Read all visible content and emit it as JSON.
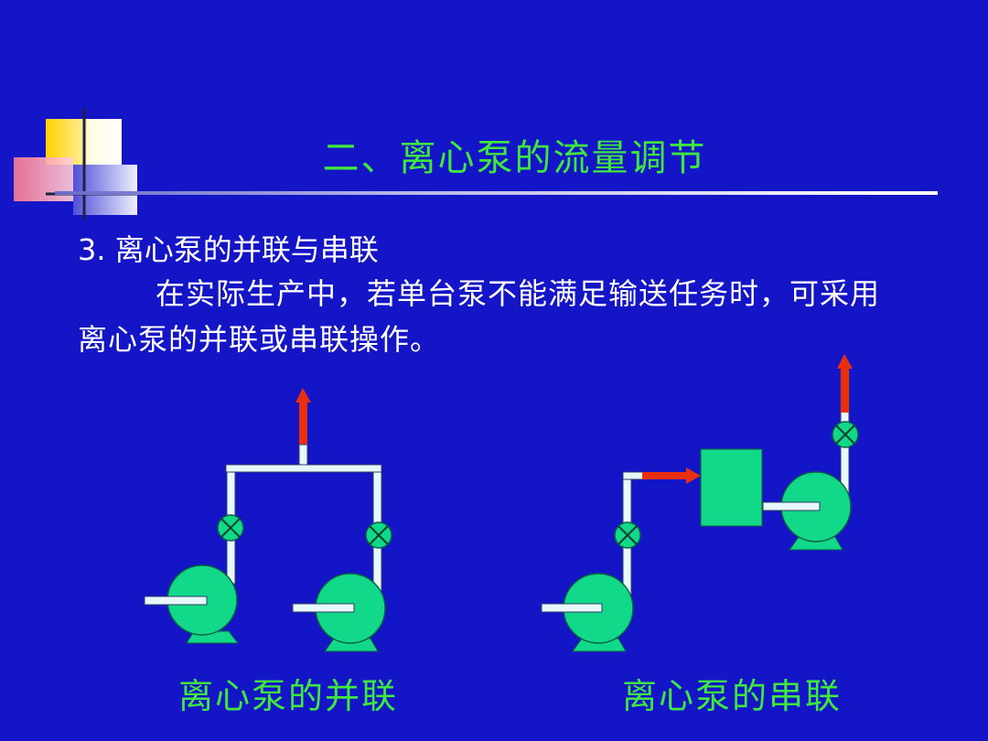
{
  "slide": {
    "title": "二、离心泵的流量调节",
    "heading": "3. 离心泵的并联与串联",
    "paragraph": "在实际生产中，若单台泵不能满足输送任务时，可采用离心泵的并联或串联操作。",
    "captions": {
      "parallel": "离心泵的并联",
      "series": "离心泵的串联"
    }
  },
  "colors": {
    "background": "#1515c8",
    "title": "#3fe83f",
    "pump": "#12d88a",
    "pipe": "#e8f8ff",
    "arrow": "#e83010"
  }
}
